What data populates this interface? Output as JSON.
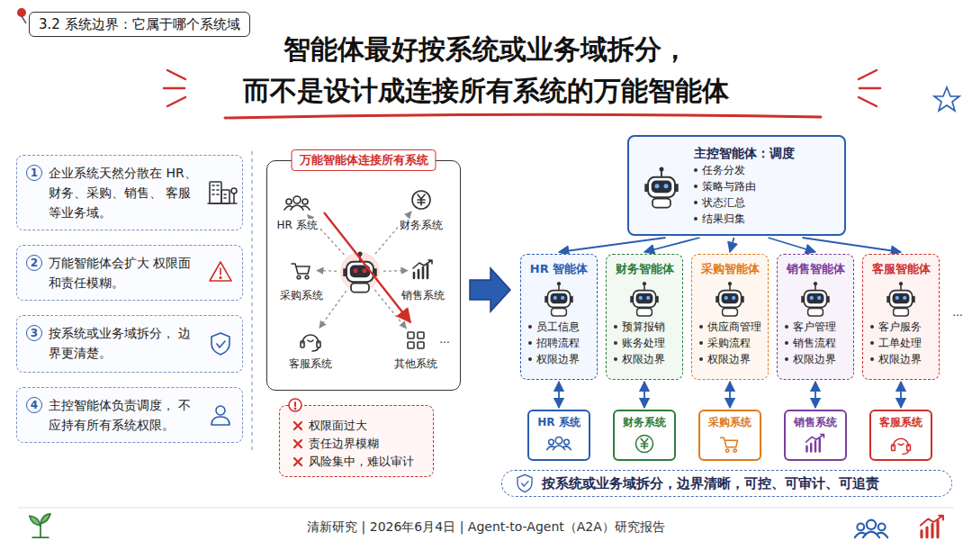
{
  "diagram": {
    "title": "智能体最好按系统或业务域拆分， 而不是设计成连接所有系统的万能智能体",
    "caption": "清新研究 | 2026年6月4日 | Agent-to-Agent（A2A）研究报告",
    "nodes": [
      {
        "text": [
          "1",
          "企业系统天然分散在 HR、财务、采购、销售、 客服等业务域。"
        ]
      },
      {
        "text": [
          "2",
          "万能智能体会扩大 权限面和责任模糊。"
        ]
      },
      {
        "text": [
          "3",
          "按系统或业务域拆分， 边界更清楚。"
        ]
      },
      {
        "text": [
          "4",
          "主控智能体负责调度， 不应持有所有系统权限。"
        ]
      },
      {
        "text": [
          "万能智能体连接所有系统"
        ]
      },
      {
        "text": [
          "权限面过大",
          "责任边界模糊",
          "风险集中，难以审计"
        ]
      },
      {
        "text": [
          "主控智能体：调度",
          "任务分发",
          "策略与路由",
          "状态汇总",
          "结果归集"
        ]
      },
      {
        "text": [
          "HR 智能体",
          "员工信息",
          "招聘流程",
          "权限边界"
        ]
      },
      {
        "text": [
          "财务智能体",
          "预算报销",
          "账务处理",
          "权限边界"
        ]
      },
      {
        "text": [
          "采购智能体",
          "供应商管理",
          "采购流程",
          "权限边界"
        ]
      },
      {
        "text": [
          "销售智能体",
          "客户管理",
          "销售流程",
          "权限边界"
        ]
      },
      {
        "text": [
          "客服智能体",
          "客户服务",
          "工单处理",
          "权限边界"
        ]
      },
      {
        "text": [
          "HR 系统"
        ]
      },
      {
        "text": [
          "财务系统"
        ]
      },
      {
        "text": [
          "采购系统"
        ]
      },
      {
        "text": [
          "销售系统"
        ]
      },
      {
        "text": [
          "客服系统"
        ]
      },
      {
        "text": [
          "按系统或业务域拆分，边界清晰，可控、可审计、可追责"
        ]
      }
    ],
    "edges": [
      {
        "from": 6,
        "to": 7,
        "arrow": "to"
      },
      {
        "from": 6,
        "to": 8,
        "arrow": "to"
      },
      {
        "from": 6,
        "to": 9,
        "arrow": "to"
      },
      {
        "from": 6,
        "to": 10,
        "arrow": "to"
      },
      {
        "from": 6,
        "to": 11,
        "arrow": "to"
      },
      {
        "from": 7,
        "to": 12,
        "arrow": "both"
      },
      {
        "from": 8,
        "to": 13,
        "arrow": "both"
      },
      {
        "from": 9,
        "to": 14,
        "arrow": "both"
      },
      {
        "from": 10,
        "to": 15,
        "arrow": "both"
      },
      {
        "from": 11,
        "to": 16,
        "arrow": "both"
      }
    ],
    "labels": [
      "3.2 系统边界：它属于哪个系统域",
      "HR 系统",
      "财务系统",
      "采购系统",
      "销售系统",
      "客服系统",
      "其他系统",
      "...",
      "..."
    ]
  }
}
